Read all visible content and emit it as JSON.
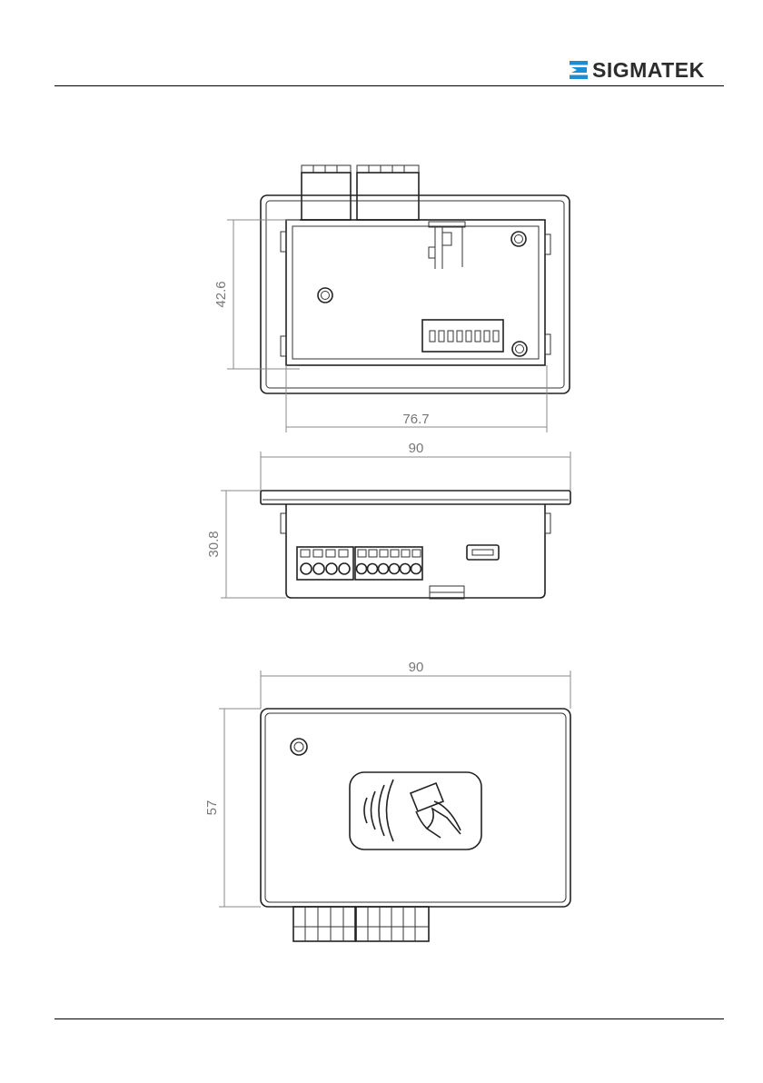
{
  "header": {
    "brand": "SIGMATEK"
  },
  "colors": {
    "brand_blue": "#1a8fd6",
    "line": "#222222",
    "dimension": "#777777"
  },
  "icons": {
    "brand_mark": "sigmatek-logo-icon",
    "rfid": "contactless-card-icon"
  },
  "top_view": {
    "height_dim": "42.6",
    "width_dim": "76.7"
  },
  "side_view": {
    "width_dim": "90",
    "height_dim": "30.8"
  },
  "front_view": {
    "width_dim": "90",
    "height_dim": "57"
  }
}
